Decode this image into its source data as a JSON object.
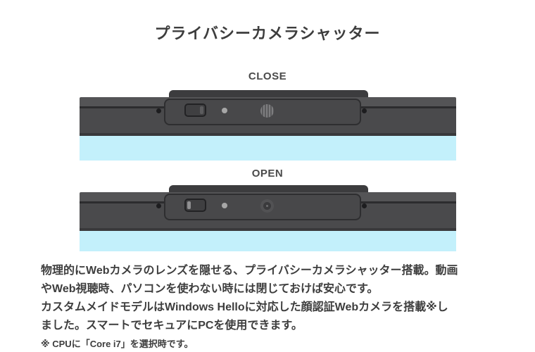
{
  "title": "プライバシーカメラシャッター",
  "figures": [
    {
      "id": "close",
      "label": "CLOSE"
    },
    {
      "id": "open",
      "label": "OPEN"
    }
  ],
  "description": {
    "lines": [
      "物理的にWebカメラのレンズを隠せる、プライバシーカメラシャッター搭載。動画",
      "やWeb視聴時、パソコンを使わない時には閉じておけば安心です。",
      "カスタムメイドモデルはWindows Helloに対応した顔認証Webカメラを搭載※し",
      "ました。スマートでセキュアにPCを使用できます。"
    ],
    "note": "※ CPUに「Core i7」を選択時です。"
  },
  "colors": {
    "background": "#ffffff",
    "text": "#3d3d3d",
    "label": "#4a4a4a",
    "screen_blue": "#c3f0fb",
    "bezel": "#4a4a4c",
    "bezel_strip": "#545456",
    "bezel_groove": "#2c2c2e",
    "bezel_bottom": "#39393b",
    "bump": "#3c3c3e",
    "panel": "#48484a",
    "panel_border": "#2e2e30",
    "slider_fill": "#3f3f41",
    "slider_border": "#222224",
    "ridge_open": "#8f8f91",
    "ridge_close": "#5c5c5e",
    "led": "#a7a7a7",
    "mic_dot": "#1d1d1f",
    "lens_stripe_light": "#7d7d7f",
    "lens_stripe_dark": "#5a5a5c",
    "lens_open_outer": "#525254",
    "lens_open_inner": "#3a3a3c",
    "lens_open_dot": "#6f6f71"
  }
}
